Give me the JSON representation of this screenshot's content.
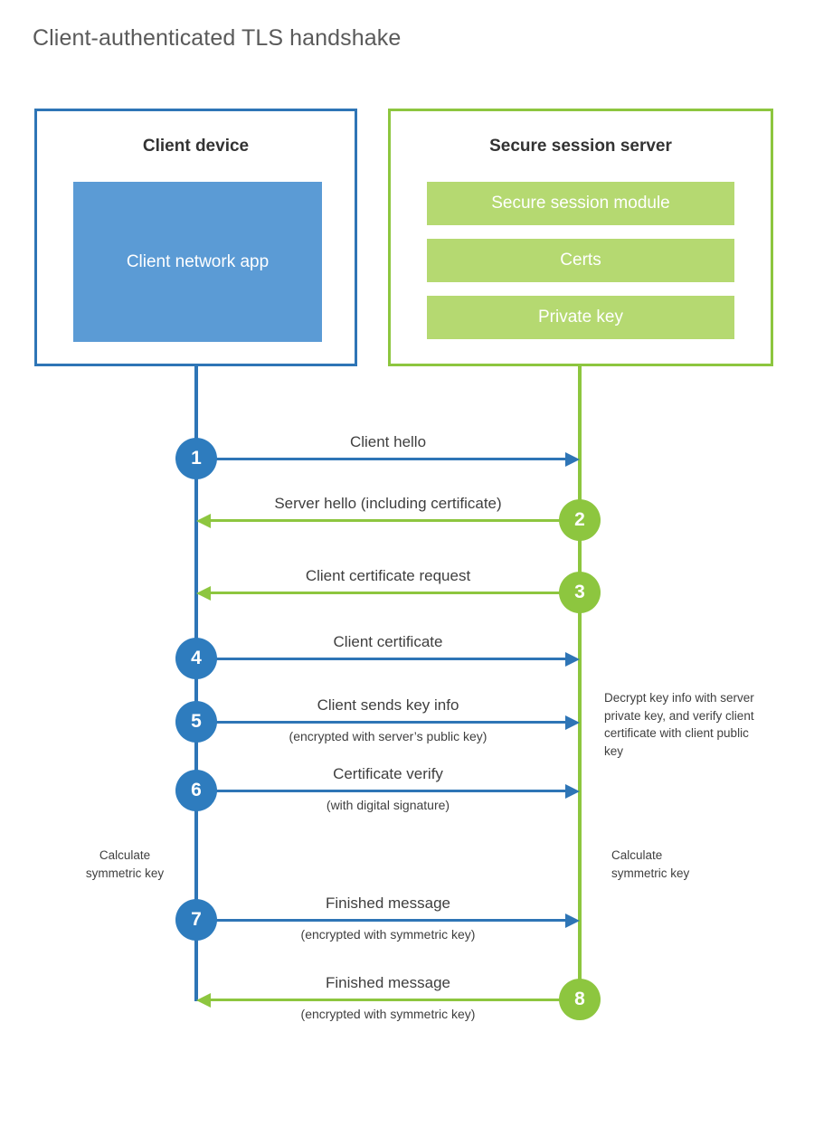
{
  "title": "Client-authenticated TLS handshake",
  "colors": {
    "client_border": "#2e75b6",
    "client_fill": "#5b9bd5",
    "client_circle": "#2e7cbe",
    "server_border": "#8dc63f",
    "server_fill": "#b5d971",
    "server_circle": "#8dc63f",
    "text": "#3f3f3f",
    "title_text": "#5a5a5a",
    "background": "#ffffff"
  },
  "entities": {
    "client": {
      "title": "Client device",
      "components": [
        "Client network app"
      ]
    },
    "server": {
      "title": "Secure session server",
      "components": [
        "Secure session module",
        "Certs",
        "Private key"
      ]
    }
  },
  "steps": [
    {
      "number": "1",
      "label": "Client hello",
      "sublabel": "",
      "direction": "client-to-server",
      "origin": "client"
    },
    {
      "number": "2",
      "label": "Server hello (including certificate)",
      "sublabel": "",
      "direction": "server-to-client",
      "origin": "server"
    },
    {
      "number": "3",
      "label": "Client certificate request",
      "sublabel": "",
      "direction": "server-to-client",
      "origin": "server"
    },
    {
      "number": "4",
      "label": "Client certificate",
      "sublabel": "",
      "direction": "client-to-server",
      "origin": "client"
    },
    {
      "number": "5",
      "label": "Client sends key info",
      "sublabel": "(encrypted with server’s public key)",
      "direction": "client-to-server",
      "origin": "client"
    },
    {
      "number": "6",
      "label": "Certificate verify",
      "sublabel": "(with digital signature)",
      "direction": "client-to-server",
      "origin": "client"
    },
    {
      "number": "7",
      "label": "Finished message",
      "sublabel": "(encrypted with symmetric key)",
      "direction": "client-to-server",
      "origin": "client"
    },
    {
      "number": "8",
      "label": "Finished message",
      "sublabel": "(encrypted with symmetric key)",
      "direction": "server-to-client",
      "origin": "server"
    }
  ],
  "annotations": {
    "server_decrypt": "Decrypt key info with server private key, and verify client certificate with client public key",
    "client_calculate": "Calculate\nsymmetric key",
    "server_calculate": "Calculate\nsymmetric key"
  },
  "chart_data": {
    "type": "table",
    "title": "Client-authenticated TLS handshake",
    "columns": [
      "step",
      "message",
      "detail",
      "from",
      "to"
    ],
    "rows": [
      [
        "1",
        "Client hello",
        "",
        "Client device",
        "Secure session server"
      ],
      [
        "2",
        "Server hello (including certificate)",
        "",
        "Secure session server",
        "Client device"
      ],
      [
        "3",
        "Client certificate request",
        "",
        "Secure session server",
        "Client device"
      ],
      [
        "4",
        "Client certificate",
        "",
        "Client device",
        "Secure session server"
      ],
      [
        "5",
        "Client sends key info",
        "(encrypted with server’s public key)",
        "Client device",
        "Secure session server"
      ],
      [
        "6",
        "Certificate verify",
        "(with digital signature)",
        "Client device",
        "Secure session server"
      ],
      [
        "7",
        "Finished message",
        "(encrypted with symmetric key)",
        "Client device",
        "Secure session server"
      ],
      [
        "8",
        "Finished message",
        "(encrypted with symmetric key)",
        "Secure session server",
        "Client device"
      ]
    ]
  }
}
